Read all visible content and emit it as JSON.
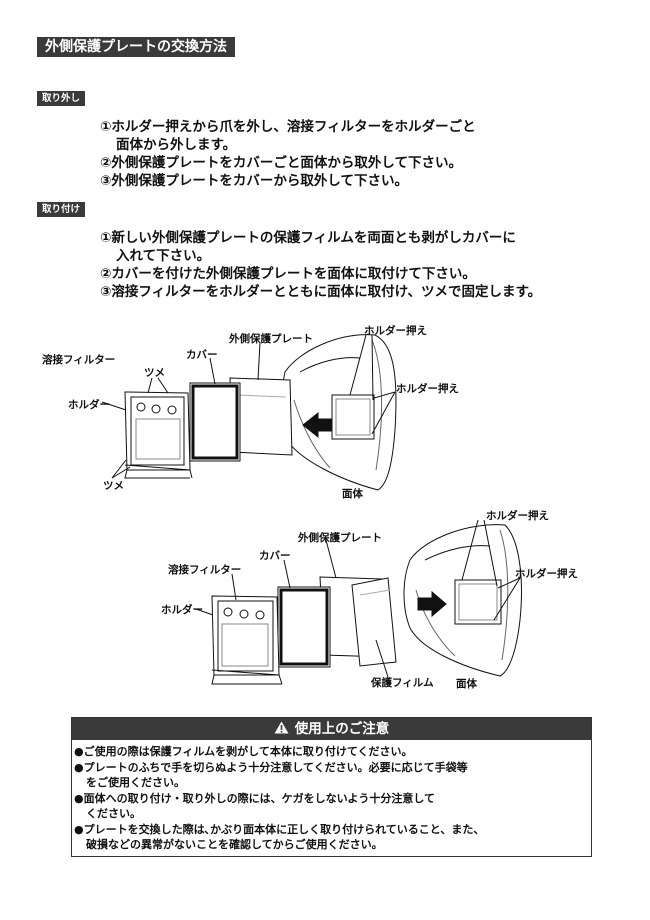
{
  "title": "外側保護プレートの交換方法",
  "removal": {
    "tag": "取り外し",
    "lines": [
      "①ホルダー押えから爪を外し、溶接フィルターをホルダーごと",
      "面体から外します。",
      "②外側保護プレートをカバーごと面体から取外して下さい。",
      "③外側保護プレートをカバーから取外して下さい。"
    ]
  },
  "attach": {
    "tag": "取り付け",
    "lines": [
      "①新しい外側保護プレートの保護フィルムを両面とも剥がしカバーに",
      "入れて下さい。",
      "②カバーを付けた外側保護プレートを面体に取付けて下さい。",
      "③溶接フィルターをホルダーとともに面体に取付け、ツメで固定します。"
    ]
  },
  "diagram1": {
    "labels": {
      "filter": "溶接フィルター",
      "tsume_top": "ツメ",
      "cover": "カバー",
      "plate": "外側保護プレート",
      "holder_press_top": "ホルダー押え",
      "holder_press_right": "ホルダー押え",
      "holder": "ホルダー",
      "tsume_bottom": "ツメ",
      "mask": "面体"
    }
  },
  "diagram2": {
    "labels": {
      "holder_press_top": "ホルダー押え",
      "plate": "外側保護プレート",
      "cover": "カバー",
      "holder_press_right": "ホルダー押え",
      "filter": "溶接フィルター",
      "holder": "ホルダー",
      "film": "保護フィルム",
      "mask": "面体"
    }
  },
  "notice": {
    "heading": "使用上のご注意",
    "lines": [
      "●ご使用の際は保護フィルムを剥がして本体に取り付けてください。",
      "●プレートのふちで手を切らぬよう十分注意してください。必要に応じて手袋等",
      "をご使用ください。",
      "●面体への取り付け・取り外しの際には、ケガをしないよう十分注意して",
      "ください。",
      "●プレートを交換した際は､かぶり面本体に正しく取り付けられていること、また、",
      "破損などの異常がないことを確認してからご使用ください。"
    ]
  },
  "colors": {
    "header_bg": "#3a3a3a",
    "header_text": "#ffffff"
  }
}
